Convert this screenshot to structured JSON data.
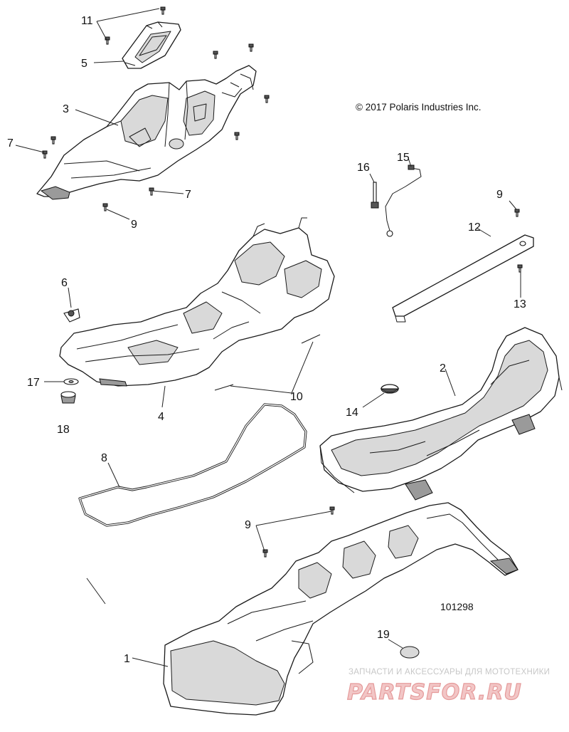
{
  "copyright": "© 2017 Polaris Industries Inc.",
  "figure_number": "101298",
  "watermark": {
    "tagline": "ЗАПЧАСТИ И АКСЕССУАРЫ ДЛЯ МОТОТЕХНИКИ",
    "logo": "PARTSFOR.RU"
  },
  "callouts": [
    {
      "id": "c11",
      "label": "11"
    },
    {
      "id": "c5",
      "label": "5"
    },
    {
      "id": "c3",
      "label": "3"
    },
    {
      "id": "c7a",
      "label": "7"
    },
    {
      "id": "c7b",
      "label": "7"
    },
    {
      "id": "c9a",
      "label": "9"
    },
    {
      "id": "c6",
      "label": "6"
    },
    {
      "id": "c17",
      "label": "17"
    },
    {
      "id": "c18",
      "label": "18"
    },
    {
      "id": "c4",
      "label": "4"
    },
    {
      "id": "c10",
      "label": "10"
    },
    {
      "id": "c8",
      "label": "8"
    },
    {
      "id": "c16",
      "label": "16"
    },
    {
      "id": "c15",
      "label": "15"
    },
    {
      "id": "c9b",
      "label": "9"
    },
    {
      "id": "c12",
      "label": "12"
    },
    {
      "id": "c13",
      "label": "13"
    },
    {
      "id": "c2",
      "label": "2"
    },
    {
      "id": "c14",
      "label": "14"
    },
    {
      "id": "c9c",
      "label": "9"
    },
    {
      "id": "c1",
      "label": "1"
    },
    {
      "id": "c19",
      "label": "19"
    }
  ]
}
